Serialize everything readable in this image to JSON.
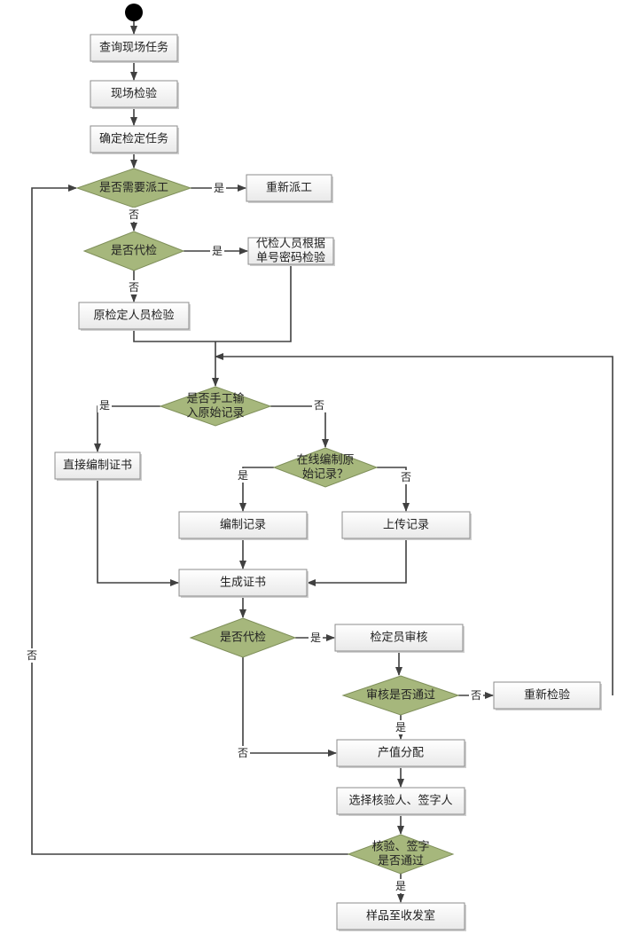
{
  "diagram": {
    "type": "flowchart",
    "colors": {
      "box_fill_top": "#ffffff",
      "box_fill_bottom": "#ebebeb",
      "box_stroke": "#8c8c8c",
      "decision_fill": "#a6b77c",
      "decision_stroke": "#7f8f5a",
      "line": "#404040",
      "start": "#000000"
    },
    "nodes": {
      "start": {
        "kind": "start"
      },
      "query_task": {
        "kind": "process",
        "lines": [
          "查询现场任务"
        ]
      },
      "site_inspection": {
        "kind": "process",
        "lines": [
          "现场检验"
        ]
      },
      "confirm_task": {
        "kind": "process",
        "lines": [
          "确定检定任务"
        ]
      },
      "need_dispatch": {
        "kind": "decision",
        "lines": [
          "是否需要派工"
        ]
      },
      "redispatch": {
        "kind": "process",
        "lines": [
          "重新派工"
        ]
      },
      "proxy_check": {
        "kind": "decision",
        "lines": [
          "是否代检"
        ]
      },
      "proxy_person": {
        "kind": "process",
        "lines": [
          "代检人员根据",
          "单号密码检验"
        ]
      },
      "original_person": {
        "kind": "process",
        "lines": [
          "原检定人员检验"
        ]
      },
      "manual_input": {
        "kind": "decision",
        "lines": [
          "是否手工输",
          "入原始记录"
        ]
      },
      "direct_cert": {
        "kind": "process",
        "lines": [
          "直接编制证书"
        ]
      },
      "online_edit": {
        "kind": "decision",
        "lines": [
          "在线编制原",
          "始记录？"
        ]
      },
      "edit_record": {
        "kind": "process",
        "lines": [
          "编制记录"
        ]
      },
      "upload_record": {
        "kind": "process",
        "lines": [
          "上传记录"
        ]
      },
      "generate_cert": {
        "kind": "process",
        "lines": [
          "生成证书"
        ]
      },
      "proxy_check2": {
        "kind": "decision",
        "lines": [
          "是否代检"
        ]
      },
      "verifier_review": {
        "kind": "process",
        "lines": [
          "检定员审核"
        ]
      },
      "review_pass": {
        "kind": "decision",
        "lines": [
          "审核是否通过"
        ]
      },
      "reinspect": {
        "kind": "process",
        "lines": [
          "重新检验"
        ]
      },
      "value_alloc": {
        "kind": "process",
        "lines": [
          "产值分配"
        ]
      },
      "select_signers": {
        "kind": "process",
        "lines": [
          "选择核验人、签字人"
        ]
      },
      "sign_pass": {
        "kind": "decision",
        "lines": [
          "核验、签字",
          "是否通过"
        ]
      },
      "to_mailroom": {
        "kind": "process",
        "lines": [
          "样品至收发室"
        ]
      }
    },
    "edge_labels": {
      "yes": "是",
      "no": "否"
    }
  }
}
